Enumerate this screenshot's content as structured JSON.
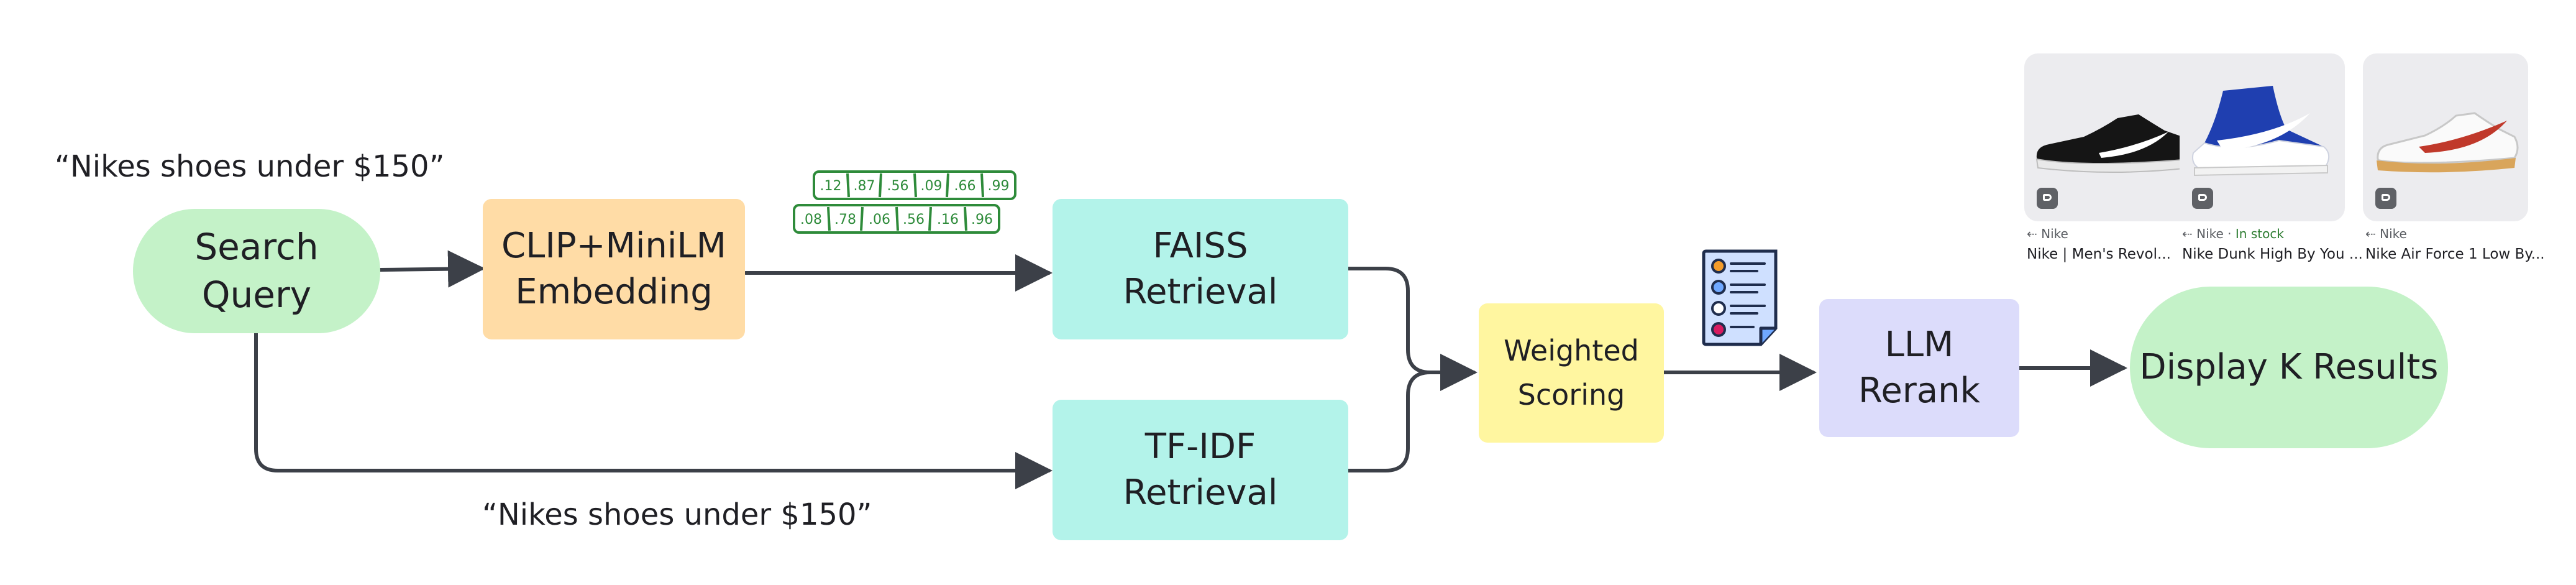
{
  "nodes": {
    "search_query": [
      "Search",
      "Query"
    ],
    "embedding": [
      "CLIP+MiniLM",
      "Embedding"
    ],
    "faiss": [
      "FAISS",
      "Retrieval"
    ],
    "tfidf": [
      "TF-IDF",
      "Retrieval"
    ],
    "weighted": [
      "Weighted",
      "Scoring"
    ],
    "rerank": [
      "LLM",
      "Rerank"
    ],
    "display": [
      "Display K Results"
    ]
  },
  "queries": {
    "top": "“Nikes shoes under $150”",
    "bottom": "“Nikes shoes under $150”"
  },
  "vectors": {
    "row1": [
      ".12",
      ".87",
      ".56",
      ".09",
      ".66",
      ".99"
    ],
    "row2": [
      ".08",
      ".78",
      ".06",
      ".56",
      ".16",
      ".96"
    ]
  },
  "products": [
    {
      "brand": "Nike",
      "stock": "",
      "title": "Nike | Men's Revol..."
    },
    {
      "brand": "Nike",
      "stock": "In stock",
      "title": "Nike Dunk High By You ..."
    },
    {
      "brand": "Nike",
      "stock": "",
      "title": "Nike Air Force 1 Low By..."
    }
  ],
  "colors": {
    "green": "#c4f2c8",
    "orange": "#ffdca6",
    "cyan": "#b3f3ea",
    "yellow": "#fff6a0",
    "lavender": "#dcdcfb",
    "arrow": "#3c4048",
    "vector_ink": "#2e8b3a"
  },
  "icons": {
    "document": "ranked-list-document-icon",
    "shoes": [
      "black-running-shoe-icon",
      "blue-high-top-shoe-icon",
      "white-red-sneaker-icon"
    ]
  }
}
